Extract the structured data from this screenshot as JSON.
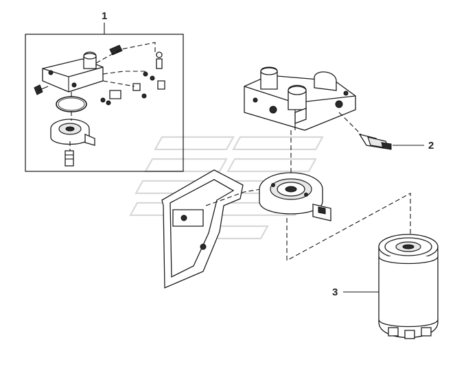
{
  "diagram": {
    "callouts": [
      {
        "id": "1",
        "label": "1",
        "part": "filter-head-kit"
      },
      {
        "id": "2",
        "label": "2",
        "part": "pressure-sensor"
      },
      {
        "id": "3",
        "label": "3",
        "part": "fuel-filter-cartridge"
      }
    ],
    "line_color": "#111111",
    "watermark_color": "#d8d8d8"
  }
}
